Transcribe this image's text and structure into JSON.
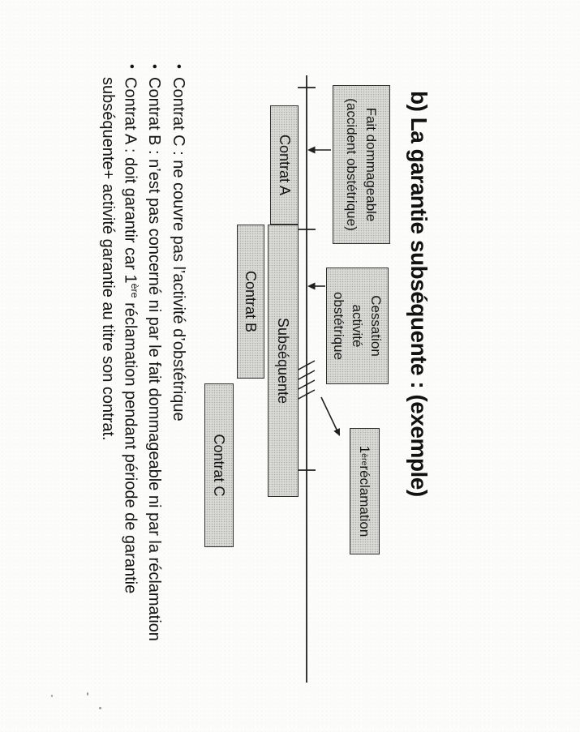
{
  "colors": {
    "paper": "#fcfcfa",
    "box-fill": "#dadad7",
    "box-border": "#2f2f2f",
    "ink": "#1a1a1a",
    "line": "#1f1f1f"
  },
  "slide": {
    "title": "b) La garantie subséquente : (exemple)",
    "event_boxes": {
      "fait_dommageable": {
        "line1": "Fait dommageable",
        "line2": "(accident obstétrique)"
      },
      "cessation": {
        "line1": "Cessation",
        "line2": "activité",
        "line3": "obstétrique"
      },
      "premiere_reclamation": {
        "num": "1",
        "sup": "ère",
        "rest": " réclamation"
      }
    },
    "bars": [
      {
        "label": "Contrat A"
      },
      {
        "label": "Subséquente"
      },
      {
        "label": "Contrat B"
      },
      {
        "label": "Contrat C"
      }
    ],
    "bullet_char": "•",
    "bullets": [
      {
        "text": "Contrat C : ne couvre pas l’activité d’obstétrique"
      },
      {
        "text": "Contrat B : n’est pas concerné ni par le fait dommageable ni par la réclamation"
      },
      {
        "line1_pre": "Contrat A : doit garantir car 1",
        "line1_sup": "ère",
        "line1_post": " réclamation pendant période de garantie",
        "line2": "subséquente+ activité garantie au titre son contrat."
      }
    ]
  }
}
